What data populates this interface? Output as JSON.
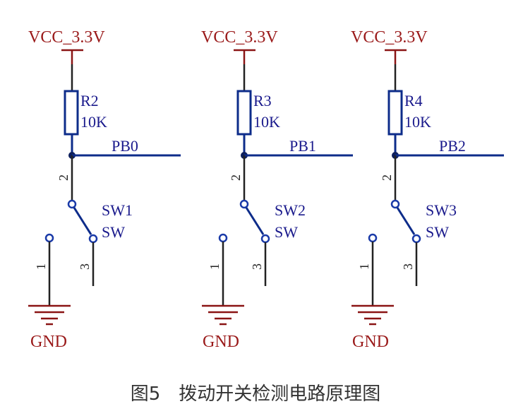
{
  "circuits": [
    {
      "power": "VCC_3.3V",
      "res_ref": "R2",
      "res_val": "10K",
      "net": "PB0",
      "pin_com": "2",
      "sw_ref": "SW1",
      "sw_type": "SW",
      "pin_no": "3",
      "pin_gnd": "1",
      "gnd": "GND"
    },
    {
      "power": "VCC_3.3V",
      "res_ref": "R3",
      "res_val": "10K",
      "net": "PB1",
      "pin_com": "2",
      "sw_ref": "SW2",
      "sw_type": "SW",
      "pin_no": "3",
      "pin_gnd": "1",
      "gnd": "GND"
    },
    {
      "power": "VCC_3.3V",
      "res_ref": "R4",
      "res_val": "10K",
      "net": "PB2",
      "pin_com": "2",
      "sw_ref": "SW3",
      "sw_type": "SW",
      "pin_no": "3",
      "pin_gnd": "1",
      "gnd": "GND"
    }
  ],
  "caption": "图5　拨动开关检测电路原理图",
  "colors": {
    "wire": "#0d2c8a",
    "power": "#9a1a1a",
    "label": "#1a1a8c"
  }
}
